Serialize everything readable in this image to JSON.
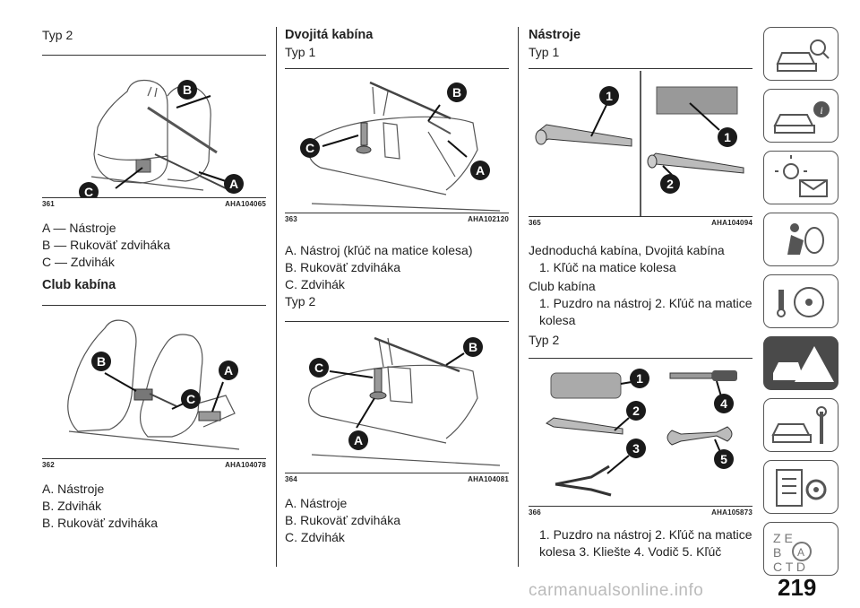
{
  "col1": {
    "typ2": "Typ 2",
    "fig361": {
      "num": "361",
      "code": "AHA104065"
    },
    "items": [
      "A — Nástroje",
      "B — Rukoväť zdviháka",
      "C — Zdvihák"
    ],
    "club_heading": "Club kabína",
    "fig362": {
      "num": "362",
      "code": "AHA104078"
    },
    "items2": [
      "A. Nástroje",
      "B. Zdvihák",
      "B. Rukoväť zdviháka"
    ]
  },
  "col2": {
    "heading": "Dvojitá kabína",
    "typ1": "Typ 1",
    "fig363": {
      "num": "363",
      "code": "AHA102120"
    },
    "items": [
      "A. Nástroj (kľúč na matice kolesa)",
      "B. Rukoväť zdviháka",
      "C. Zdvihák"
    ],
    "typ2": "Typ 2",
    "fig364": {
      "num": "364",
      "code": "AHA104081"
    },
    "items2": [
      "A. Nástroje",
      "B. Rukoväť zdviháka",
      "C. Zdvihák"
    ]
  },
  "col3": {
    "heading": "Nástroje",
    "typ1": "Typ 1",
    "fig365": {
      "num": "365",
      "code": "AHA104094"
    },
    "line1": "Jednoduchá kabína, Dvojitá kabína",
    "line2": "1. Kľúč na matice kolesa",
    "line3": "Club kabína",
    "line4": "1. Puzdro na nástroj  2. Kľúč na matice kolesa",
    "typ2": "Typ 2",
    "fig366": {
      "num": "366",
      "code": "AHA105873"
    },
    "line5": "1. Puzdro na nástroj  2. Kľúč na matice kolesa  3. Kliešte  4. Vodič  5. Kľúč"
  },
  "callouts": {
    "A": "A",
    "B": "B",
    "C": "C",
    "n1": "1",
    "n2": "2",
    "n3": "3",
    "n4": "4",
    "n5": "5"
  },
  "page": {
    "number": "219",
    "watermark": "carmanualsonline.info"
  },
  "sidebar_tabs": [
    "car-search-icon",
    "car-info-icon",
    "light-mail-icon",
    "airbag-icon",
    "steering-key-icon",
    "warning-car-icon",
    "car-wrench-icon",
    "list-gear-icon",
    "alphabet-index-icon"
  ]
}
